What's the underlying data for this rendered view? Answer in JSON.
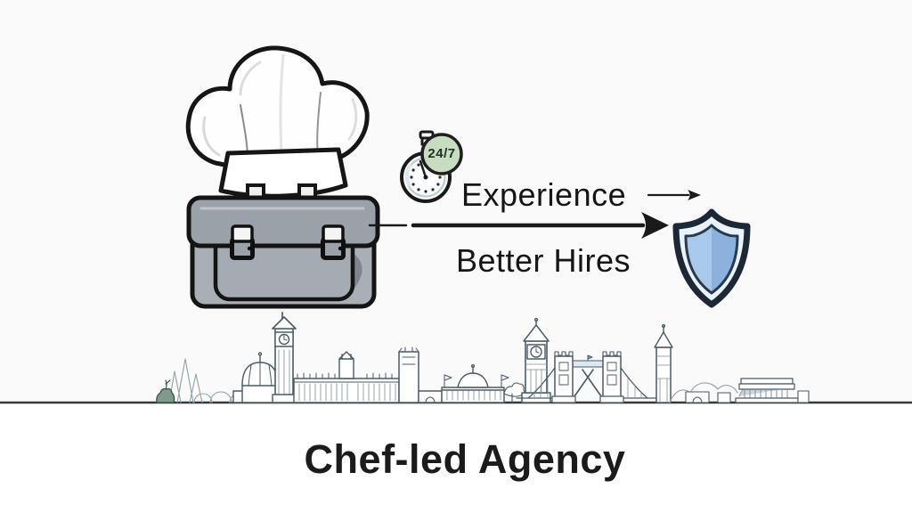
{
  "page": {
    "title": "Chef-led Agency",
    "background_top": "#fafafb",
    "background_bottom": "#ffffff"
  },
  "flow": {
    "availability_badge": "24/7",
    "step1_label": "Experience",
    "step2_label": "Better Hires"
  },
  "icons": {
    "chef_hat": "chef-hat",
    "briefcase": "briefcase",
    "stopwatch": "stopwatch-24-7",
    "flow_arrow": "right-arrow",
    "small_arrow": "small-right-arrow",
    "shield": "protection-shield",
    "skyline": "london-skyline"
  },
  "colors": {
    "text": "#1a1a1a",
    "arrow": "#1a1a1a",
    "badge_green": "#c8dcc2",
    "shield_blue_light": "#a8c9ea",
    "shield_blue_dark": "#8ab2dd",
    "shield_rim": "#eaf2fb",
    "briefcase_gray": "#9ba1a9",
    "briefcase_body_gray": "#aaafb6",
    "skyline_stroke": "#4a5b64",
    "greenery_green": "#7d9a8b",
    "ground_line": "#33383d"
  }
}
